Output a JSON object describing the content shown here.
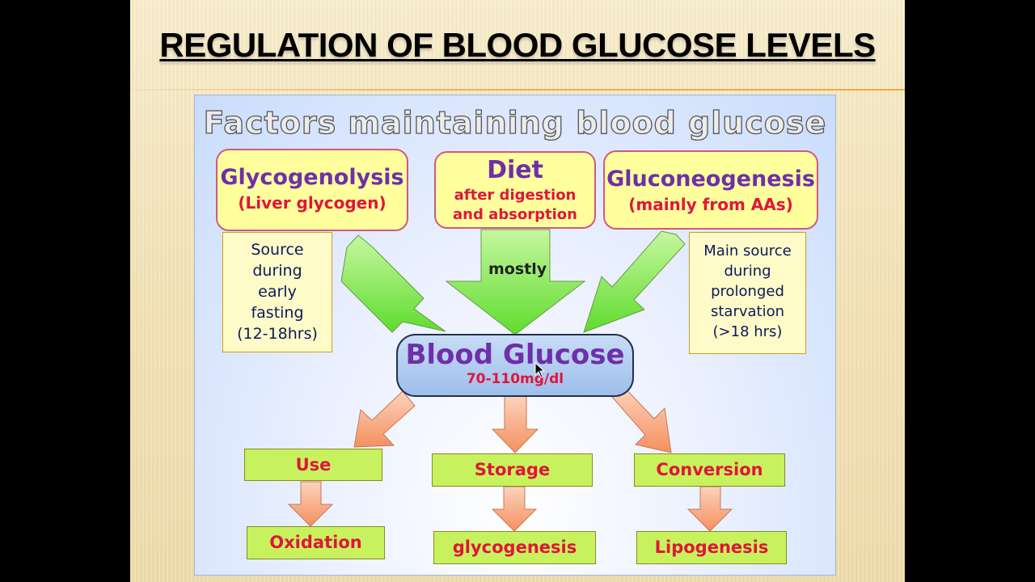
{
  "slide": {
    "title": "REGULATION OF BLOOD GLUCOSE LEVELS"
  },
  "diagram": {
    "title": "Factors maintaining blood glucose",
    "sources": {
      "glycogenolysis": {
        "main": "Glycogenolysis",
        "sub": "(Liver glycogen)"
      },
      "diet": {
        "main": "Diet",
        "sub_line1": "after digestion",
        "sub_line2": "and absorption"
      },
      "gluconeogenesis": {
        "main": "Gluconeogenesis",
        "sub": "(mainly from AAs)"
      }
    },
    "notes": {
      "left": [
        "Source",
        "during",
        "early",
        "fasting",
        "(12-18hrs)"
      ],
      "right": [
        "Main source",
        "during",
        "prolonged",
        "starvation",
        "(>18 hrs)"
      ]
    },
    "diet_arrow_label": "mostly",
    "center": {
      "main": "Blood Glucose",
      "sub": "70-110mg/dl"
    },
    "outputs": {
      "use": "Use",
      "storage": "Storage",
      "conversion": "Conversion"
    },
    "results": {
      "oxidation": "Oxidation",
      "glycogenesis": "glycogenesis",
      "lipogenesis": "Lipogenesis"
    }
  },
  "colors": {
    "source_box_fill": "#ffff9e",
    "source_box_border": "#d05a80",
    "purple_text": "#6f2fa8",
    "red_text": "#e0153b",
    "output_box_fill": "#c8f25d",
    "green_arrow": "#7ee84a",
    "orange_arrow": "#f59a70"
  },
  "icons": {
    "cursor": "mouse-pointer-icon"
  }
}
